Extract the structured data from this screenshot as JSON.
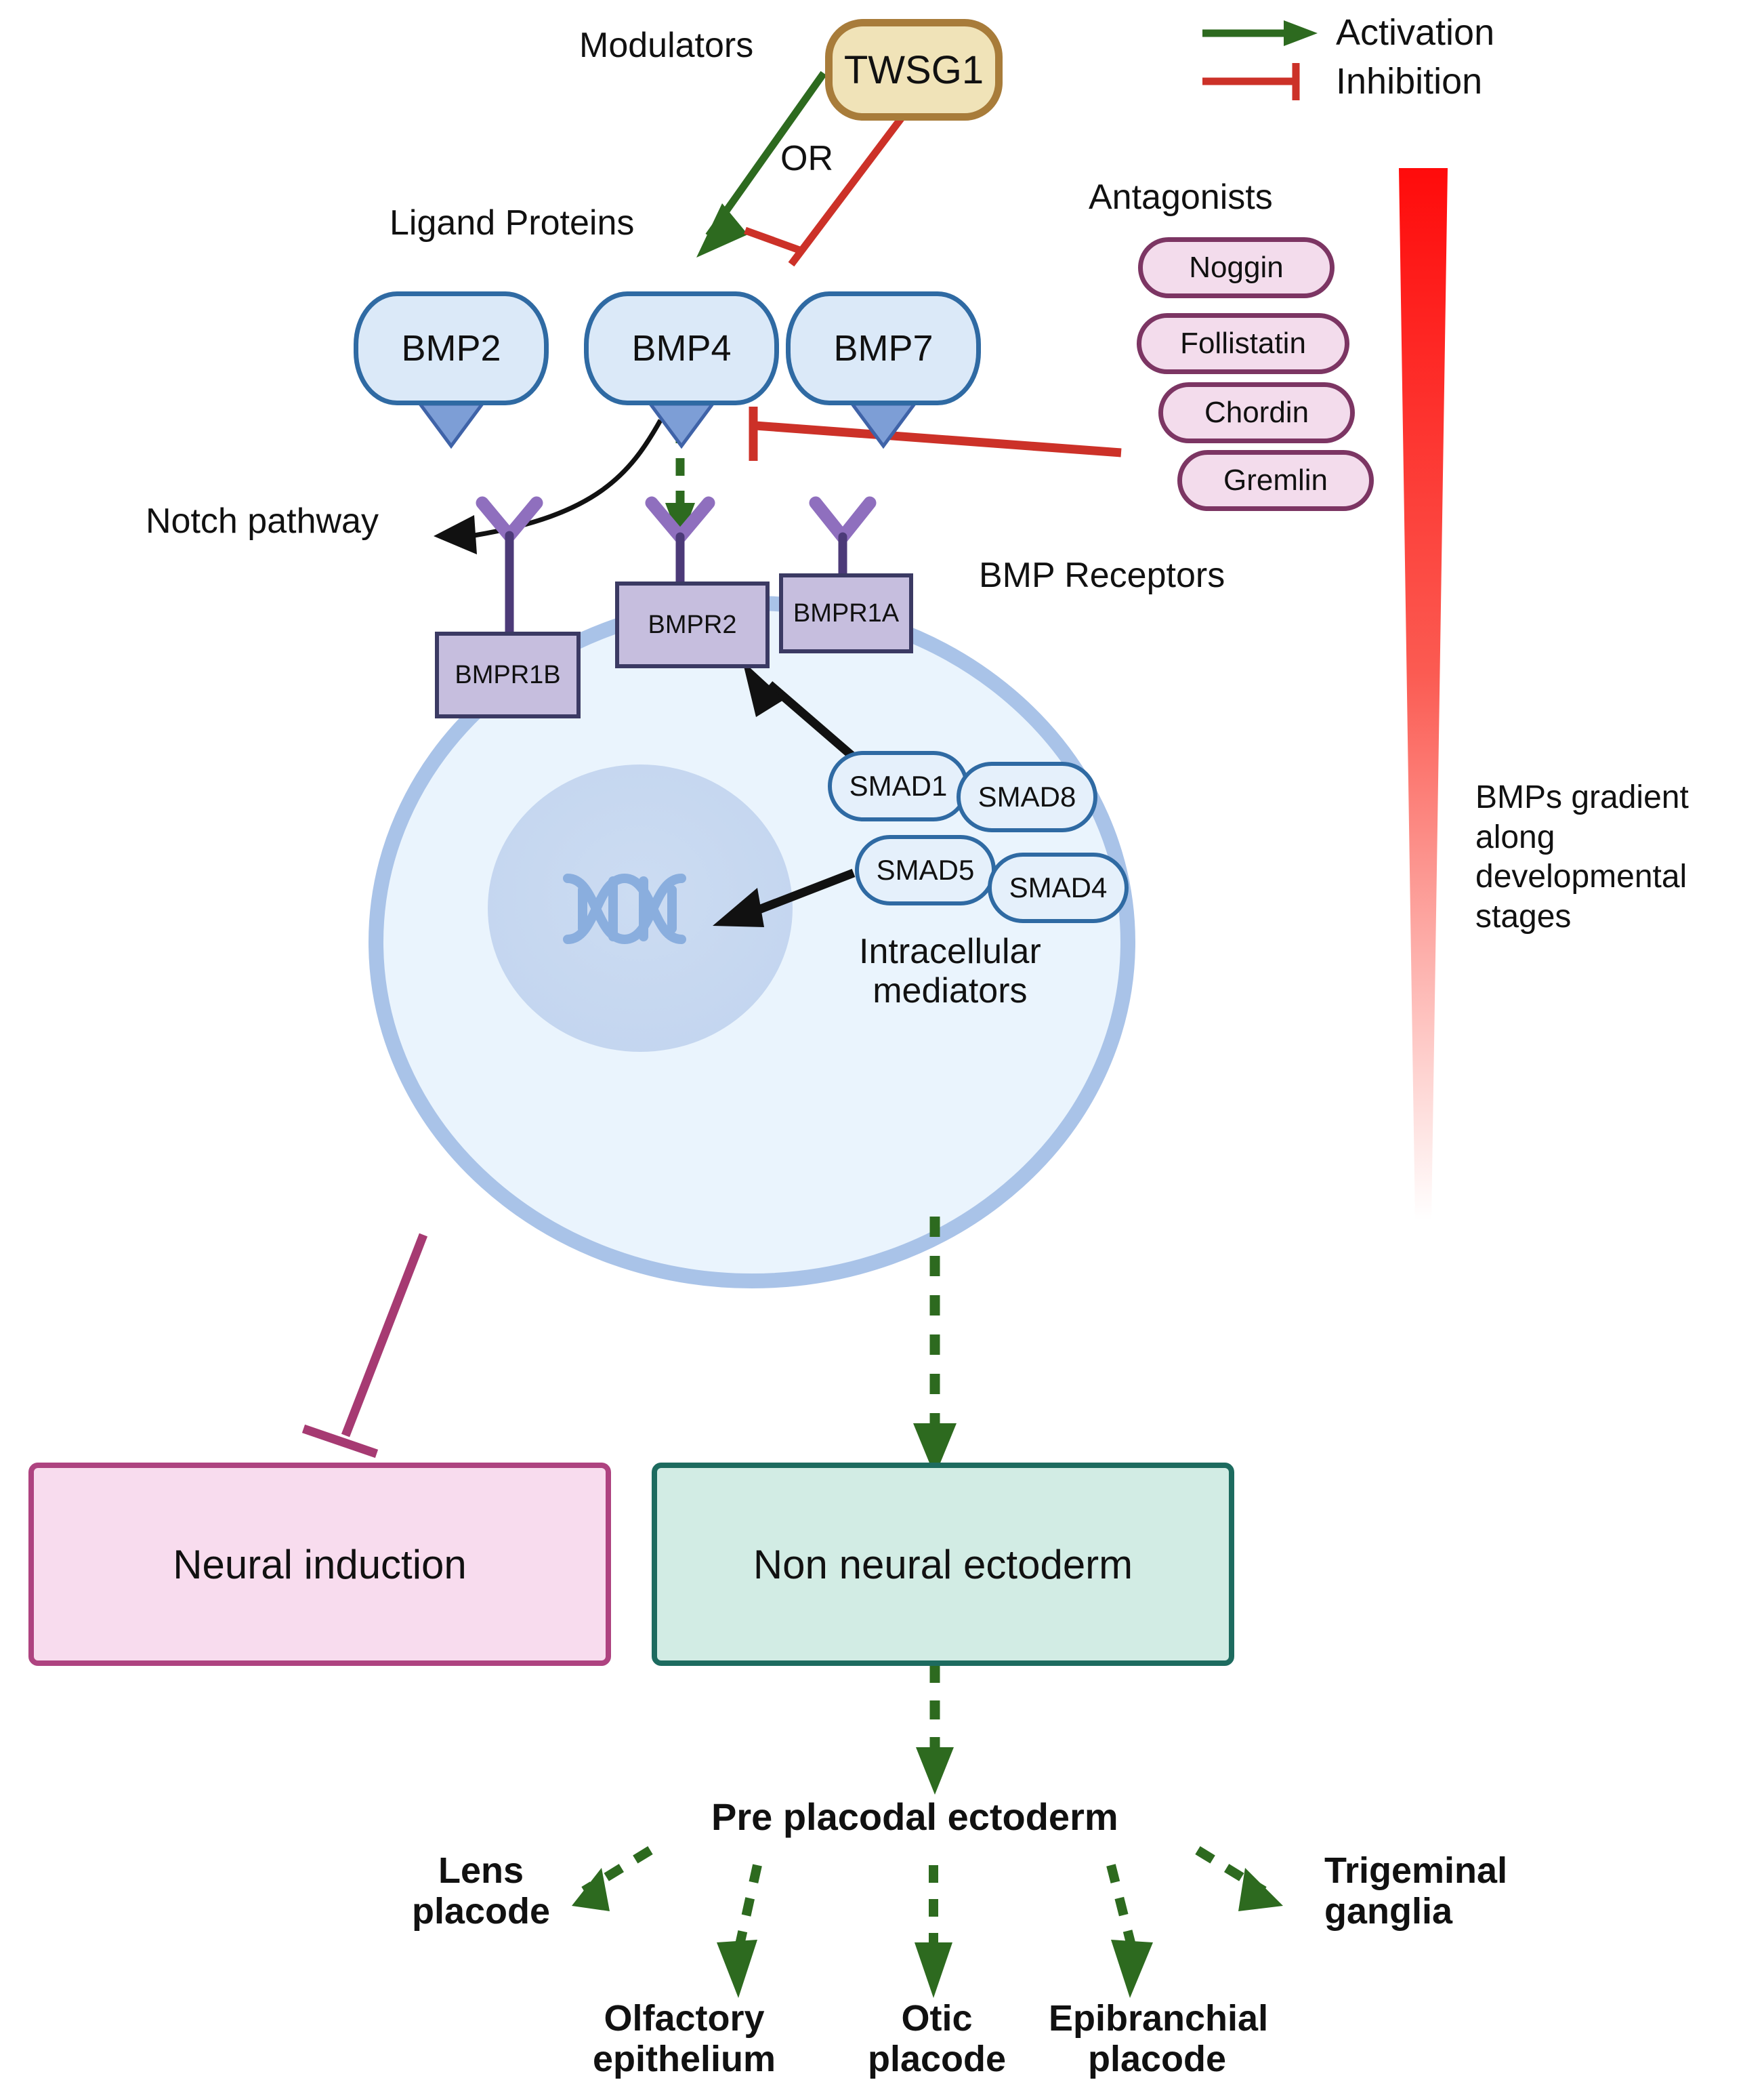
{
  "legend": {
    "activation": "Activation",
    "inhibition": "Inhibition"
  },
  "sections": {
    "modulators": "Modulators",
    "ligand_proteins": "Ligand Proteins",
    "antagonists": "Antagonists",
    "bmp_receptors": "BMP Receptors",
    "intracellular_mediators": "Intracellular\nmediators",
    "notch_pathway": "Notch pathway",
    "or": "OR"
  },
  "modulators": [
    {
      "label": "TWSG1"
    }
  ],
  "ligands": [
    {
      "label": "BMP2"
    },
    {
      "label": "BMP4"
    },
    {
      "label": "BMP7"
    }
  ],
  "antagonists": [
    {
      "label": "Noggin"
    },
    {
      "label": "Follistatin"
    },
    {
      "label": "Chordin"
    },
    {
      "label": "Gremlin"
    }
  ],
  "receptors": [
    {
      "label": "BMPR1B"
    },
    {
      "label": "BMPR2"
    },
    {
      "label": "BMPR1A"
    }
  ],
  "smads": [
    {
      "label": "SMAD1"
    },
    {
      "label": "SMAD8"
    },
    {
      "label": "SMAD5"
    },
    {
      "label": "SMAD4"
    }
  ],
  "gradient": {
    "caption": "BMPs\ngradient\nalong\ndevelopmental\nstages",
    "color_top": "#ff0b0b",
    "color_bottom": "#ffffff"
  },
  "outcomes": [
    {
      "label": "Neural induction"
    },
    {
      "label": "Non neural ectoderm"
    }
  ],
  "preplacodal": {
    "label": "Pre placodal ectoderm"
  },
  "derivatives": [
    {
      "label": "Lens\nplacode"
    },
    {
      "label": "Olfactory\nepithelium"
    },
    {
      "label": "Otic\nplacode"
    },
    {
      "label": "Epibranchial\nplacode"
    },
    {
      "label": "Trigeminal\nganglia"
    }
  ],
  "colors": {
    "activation": "#2d6a1f",
    "inhibition": "#cc3128",
    "neural_inhibition": "#a63a72",
    "cell_membrane": "#a9c3e8",
    "cell_cytoplasm": "#eaf4fd",
    "nucleus": "#ccdcf2",
    "dna": "#8aaede",
    "receptor_fill": "#c6bede",
    "receptor_stroke": "#3b3a63",
    "receptor_antenna": "#8f6fbe",
    "ligand_fill": "#dbe9f8",
    "ligand_stroke": "#2f6aa3",
    "ligand_foot": "#7d9ed6",
    "antagonist_fill": "#f3dcec",
    "antagonist_stroke": "#7c3563",
    "modulator_fill": "#f0e3b8",
    "modulator_stroke": "#a87c3a",
    "outcome_pink_fill": "#f8dcee",
    "outcome_pink_stroke": "#ae4380",
    "outcome_teal_fill": "#d2ece4",
    "outcome_teal_stroke": "#1d6b5f"
  }
}
